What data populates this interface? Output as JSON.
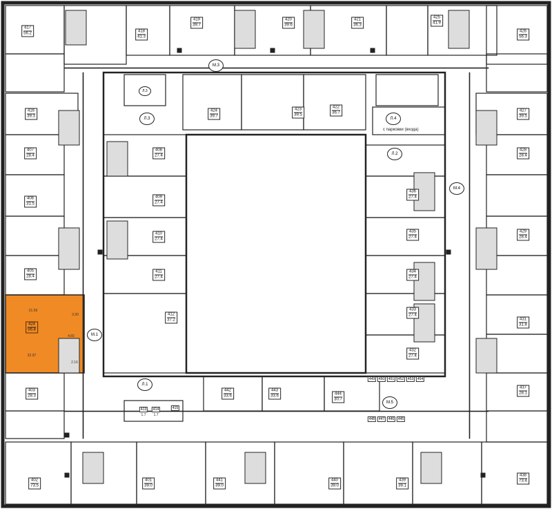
{
  "colors": {
    "selected": "#f08a24",
    "wall": "#222222",
    "background": "#ffffff"
  },
  "selected_apartment": "424",
  "apartments": [
    {
      "number": "417",
      "area": "56.2"
    },
    {
      "number": "418",
      "area": "41.3"
    },
    {
      "number": "419",
      "area": "39.7"
    },
    {
      "number": "420",
      "area": "39.6"
    },
    {
      "number": "421",
      "area": "36.3"
    },
    {
      "number": "425",
      "area": "41.9"
    },
    {
      "number": "426",
      "area": "56.3"
    },
    {
      "number": "416",
      "area": "39.3"
    },
    {
      "number": "424",
      "area": "39.7"
    },
    {
      "number": "423",
      "area": "39.5"
    },
    {
      "number": "422",
      "area": "36.7"
    },
    {
      "number": "427",
      "area": "39.5"
    },
    {
      "number": "407",
      "area": "28.4"
    },
    {
      "number": "428",
      "area": "28.4"
    },
    {
      "number": "406",
      "area": "31.5"
    },
    {
      "number": "408",
      "area": "27.4"
    },
    {
      "number": "409",
      "area": "27.4"
    },
    {
      "number": "436",
      "area": "27.4"
    },
    {
      "number": "410",
      "area": "27.4"
    },
    {
      "number": "429",
      "area": "28.4"
    },
    {
      "number": "405",
      "area": "28.4"
    },
    {
      "number": "411",
      "area": "27.4"
    },
    {
      "number": "435",
      "area": "27.4"
    },
    {
      "number": "434",
      "area": "27.4"
    },
    {
      "number": "424",
      "area": "56.8"
    },
    {
      "number": "412",
      "area": "37.2"
    },
    {
      "number": "433",
      "area": "27.4"
    },
    {
      "number": "431",
      "area": "31.8"
    },
    {
      "number": "432",
      "area": "27.4"
    },
    {
      "number": "403",
      "area": "28.3"
    },
    {
      "number": "442",
      "area": "33.6"
    },
    {
      "number": "443",
      "area": "33.6"
    },
    {
      "number": "444",
      "area": "30.7"
    },
    {
      "number": "437",
      "area": "28.1"
    },
    {
      "number": "402",
      "area": "73.5"
    },
    {
      "number": "401",
      "area": "39.0"
    },
    {
      "number": "441",
      "area": "39.0"
    },
    {
      "number": "440",
      "area": "39.0"
    },
    {
      "number": "439",
      "area": "39.1"
    },
    {
      "number": "438",
      "area": "73.4"
    }
  ],
  "utility_rooms": [
    {
      "number": "413",
      "area": "1.7"
    },
    {
      "number": "414",
      "area": "1.7"
    },
    {
      "number": "415",
      "area": ""
    }
  ],
  "storage_top": [
    "449",
    "450",
    "451",
    "452",
    "453",
    "454"
  ],
  "storage_bottom": [
    "448",
    "447",
    "446",
    "445"
  ],
  "cores": [
    "Л.3",
    "Л.3",
    "Л.4",
    "Л.2",
    "М.4",
    "М.1",
    "Л.1",
    "М.3",
    "М.5"
  ],
  "notes": {
    "parking": "с парковки (входа)"
  },
  "room_areas": {
    "selected_living": "21.59",
    "selected_kitchen": "22.97",
    "selected_bath": "3.30",
    "selected_hall": "4.65",
    "selected_wc": "2.16"
  }
}
